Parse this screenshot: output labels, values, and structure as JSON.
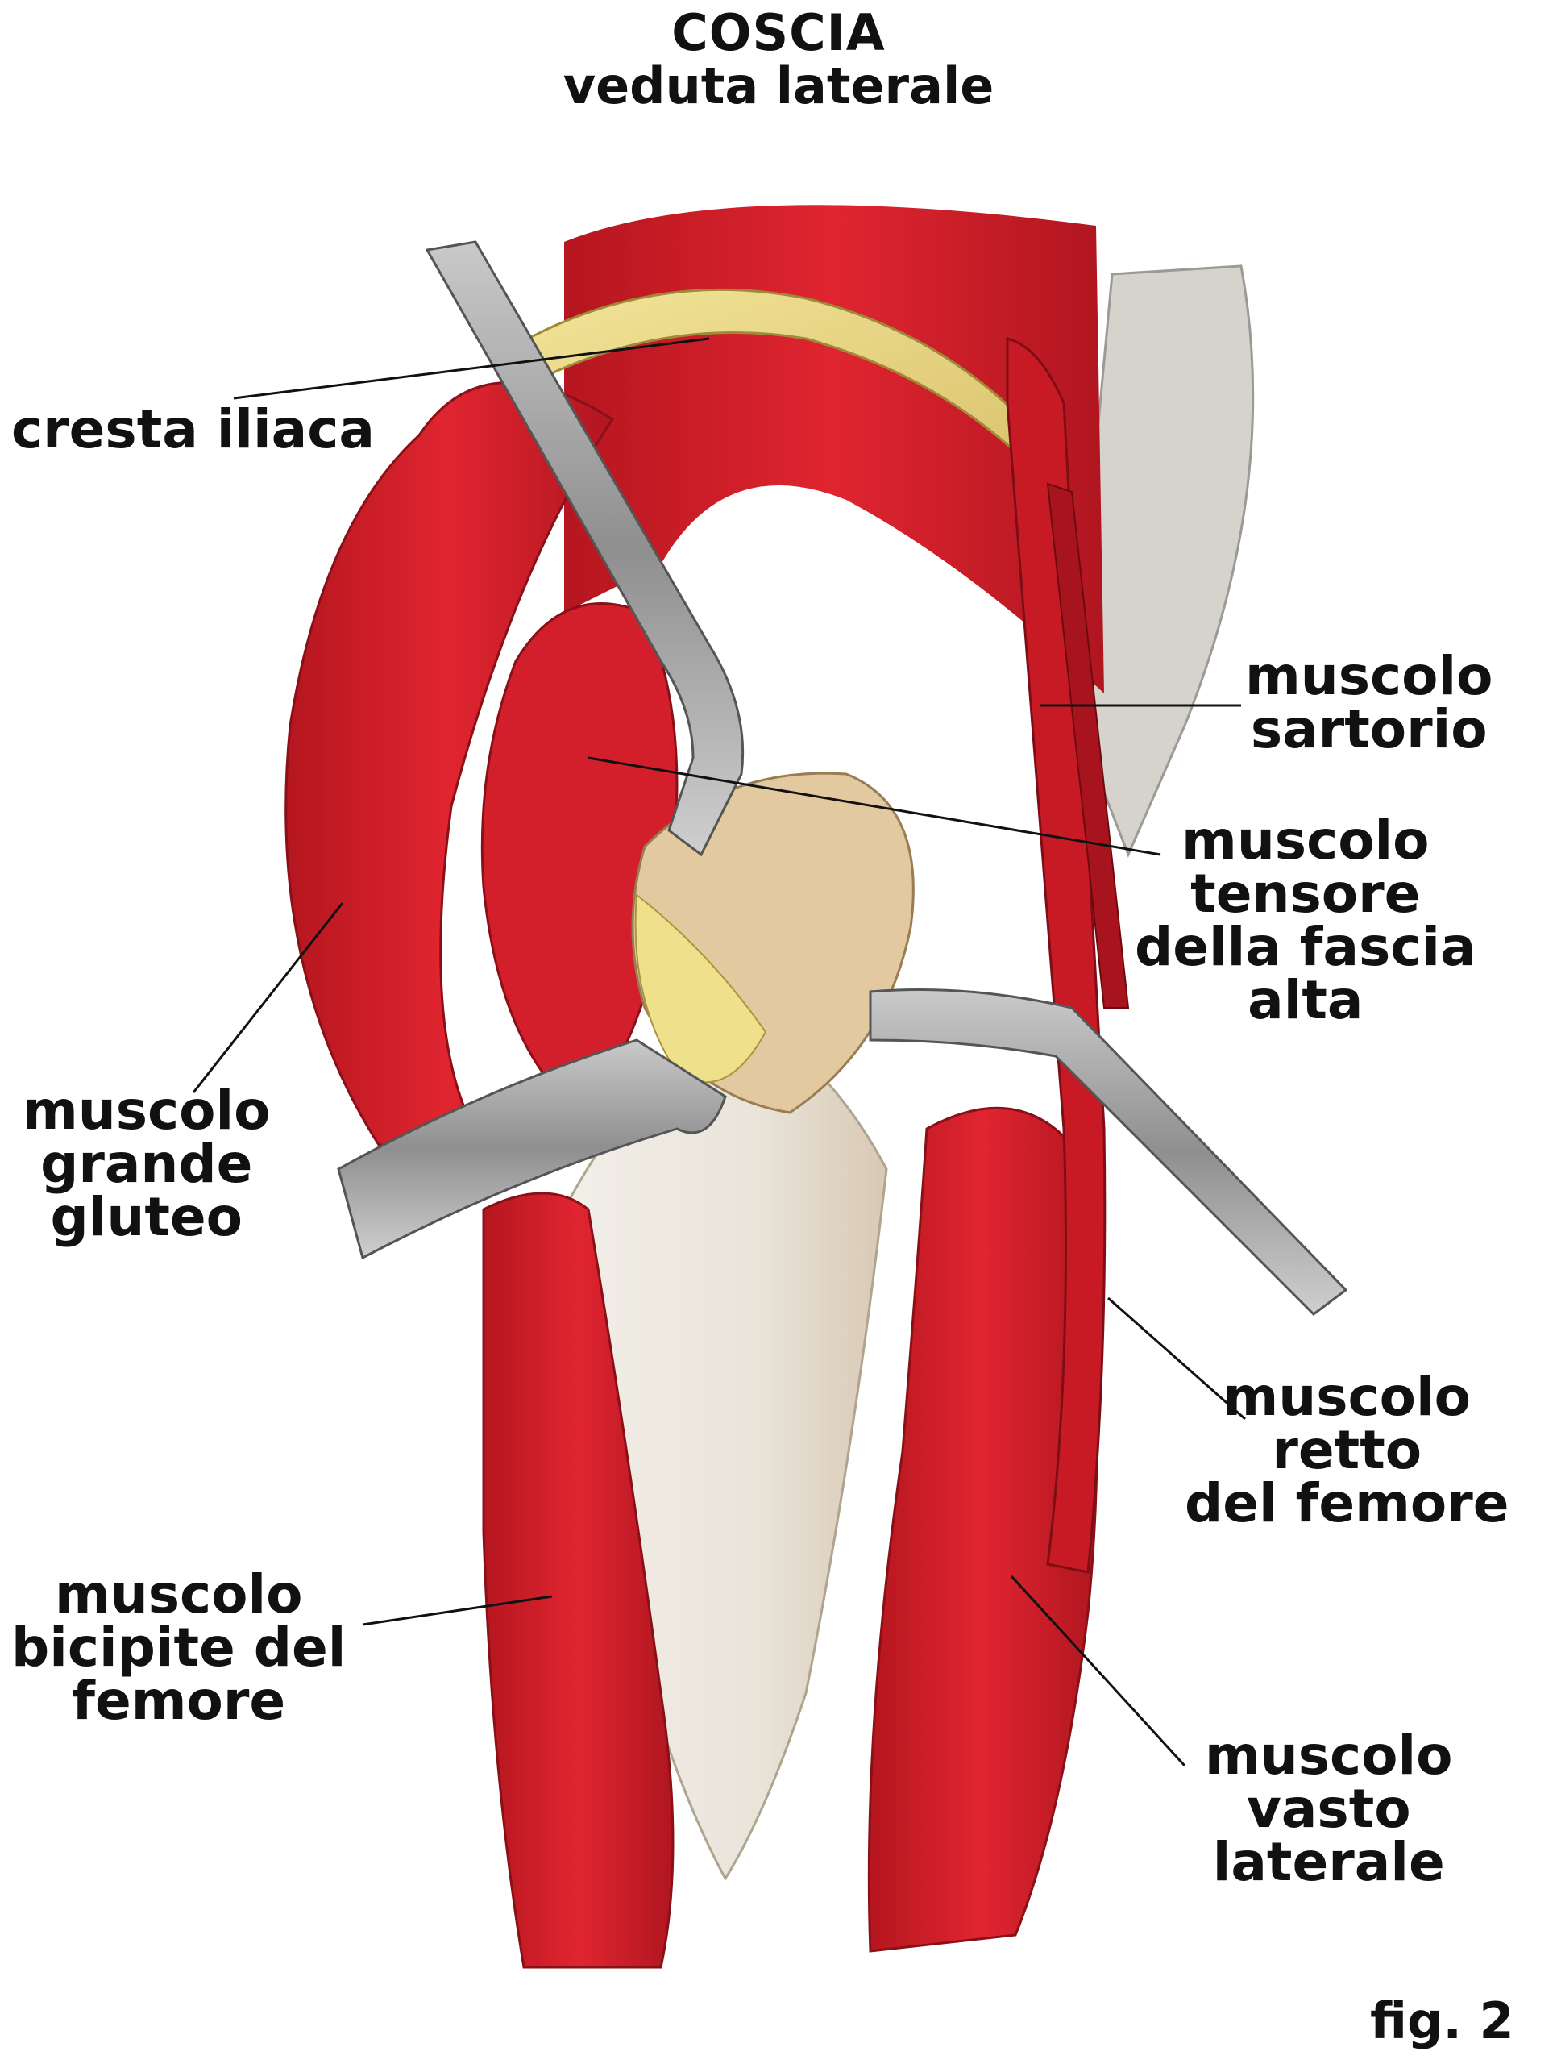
{
  "title": {
    "line1": "COSCIA",
    "line2": "veduta laterale"
  },
  "labels": {
    "cresta_iliaca": "cresta iliaca",
    "sartorio": [
      "muscolo",
      "sartorio"
    ],
    "tensore": [
      "muscolo",
      "tensore",
      "della fascia",
      "alta"
    ],
    "grande_gluteo": [
      "muscolo",
      "grande",
      "gluteo"
    ],
    "retto_femore": [
      "muscolo",
      "retto",
      "del femore"
    ],
    "bicipite_femore": [
      "muscolo",
      "bicipite del",
      "femore"
    ],
    "vasto_laterale": [
      "muscolo",
      "vasto",
      "laterale"
    ]
  },
  "figure_number": "fig. 2",
  "colors": {
    "muscle_red": "#d41e2a",
    "muscle_dark": "#a8141e",
    "fascia_white": "#efece6",
    "bone_yellow": "#e8d98a",
    "tendon_tan": "#d9b98f",
    "retractor_gray": "#9a9a9a"
  }
}
